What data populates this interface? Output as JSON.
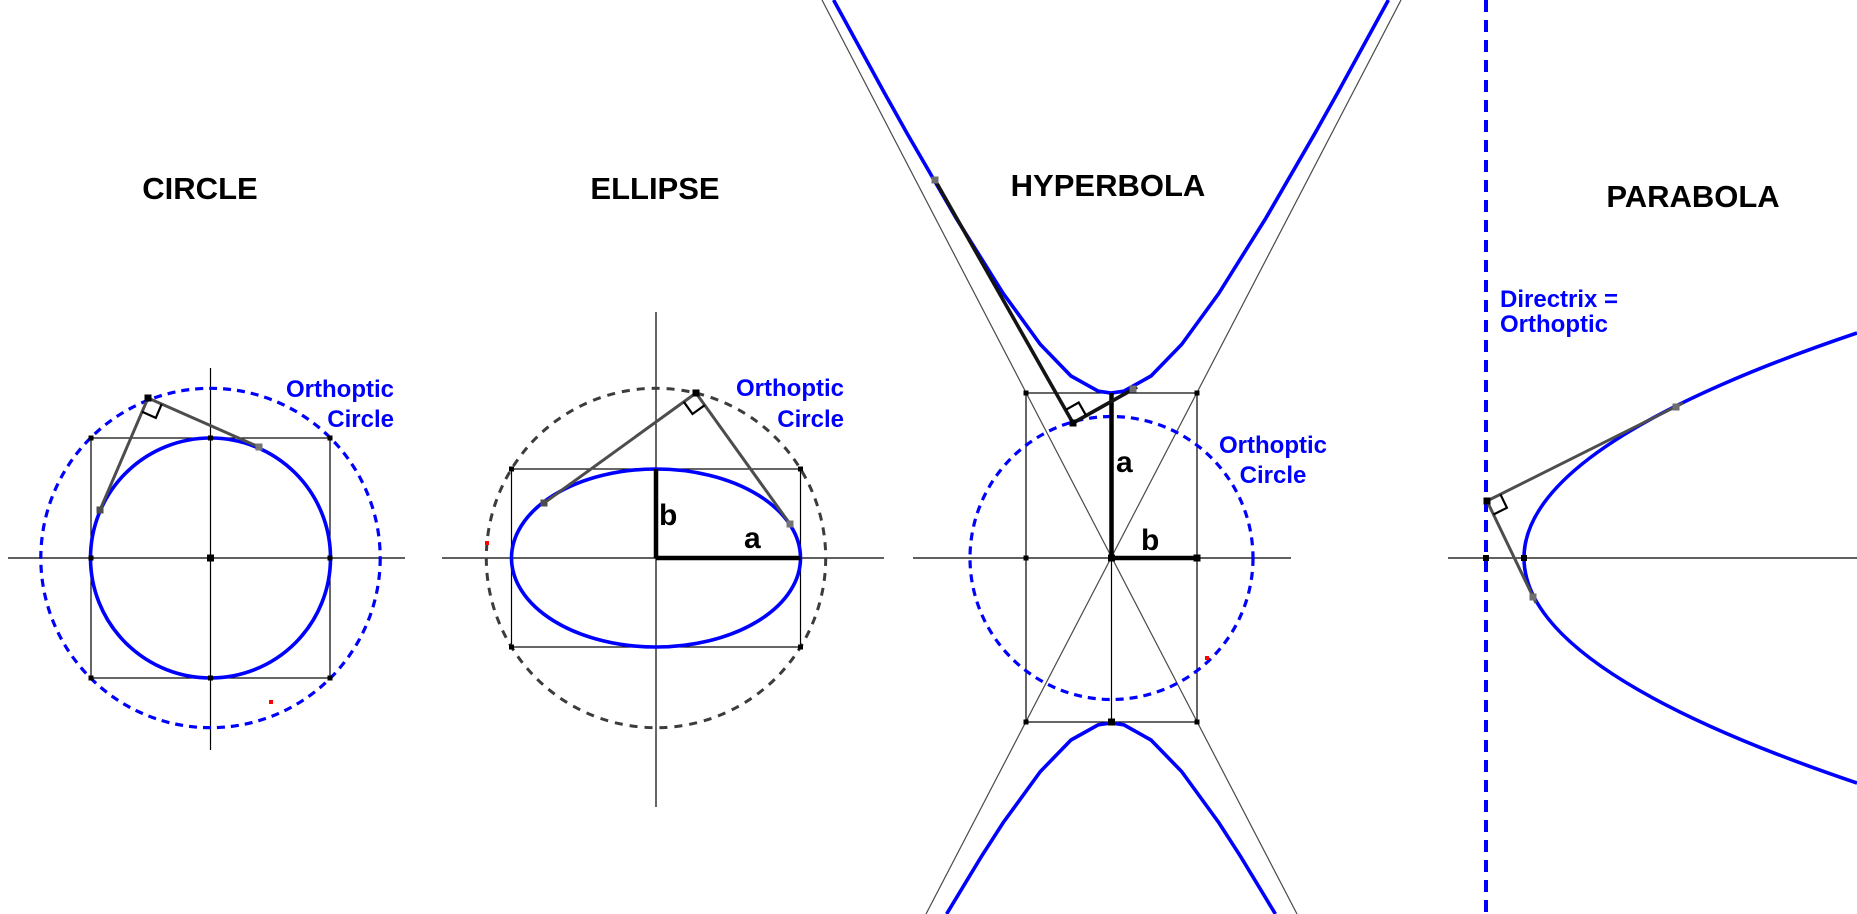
{
  "figure": {
    "description": "Orthoptic curves of the four conic sections",
    "panels": [
      "CIRCLE",
      "ELLIPSE",
      "HYPERBOLA",
      "PARABOLA"
    ]
  },
  "panels": {
    "circle": {
      "title": "CIRCLE",
      "label_line1": "Orthoptic",
      "label_line2": "Circle"
    },
    "ellipse": {
      "title": "ELLIPSE",
      "label_line1": "Orthoptic",
      "label_line2": "Circle",
      "a_label": "a",
      "b_label": "b"
    },
    "hyperbola": {
      "title": "HYPERBOLA",
      "label_line1": "Orthoptic",
      "label_line2": "Circle",
      "a_label": "a",
      "b_label": "b"
    },
    "parabola": {
      "title": "PARABOLA",
      "label_line1": "Directrix =",
      "label_line2": "Orthoptic"
    }
  },
  "colors": {
    "conic_blue": "#0000ff",
    "label_blue": "#0000ff",
    "orthoptic_dash_blue": "#0000ff",
    "ellipse_orthoptic_gray": "#3c3c3c",
    "tangent_gray": "#4d4d4d",
    "axis_black": "#000000",
    "marker_red": "#ff0000"
  }
}
